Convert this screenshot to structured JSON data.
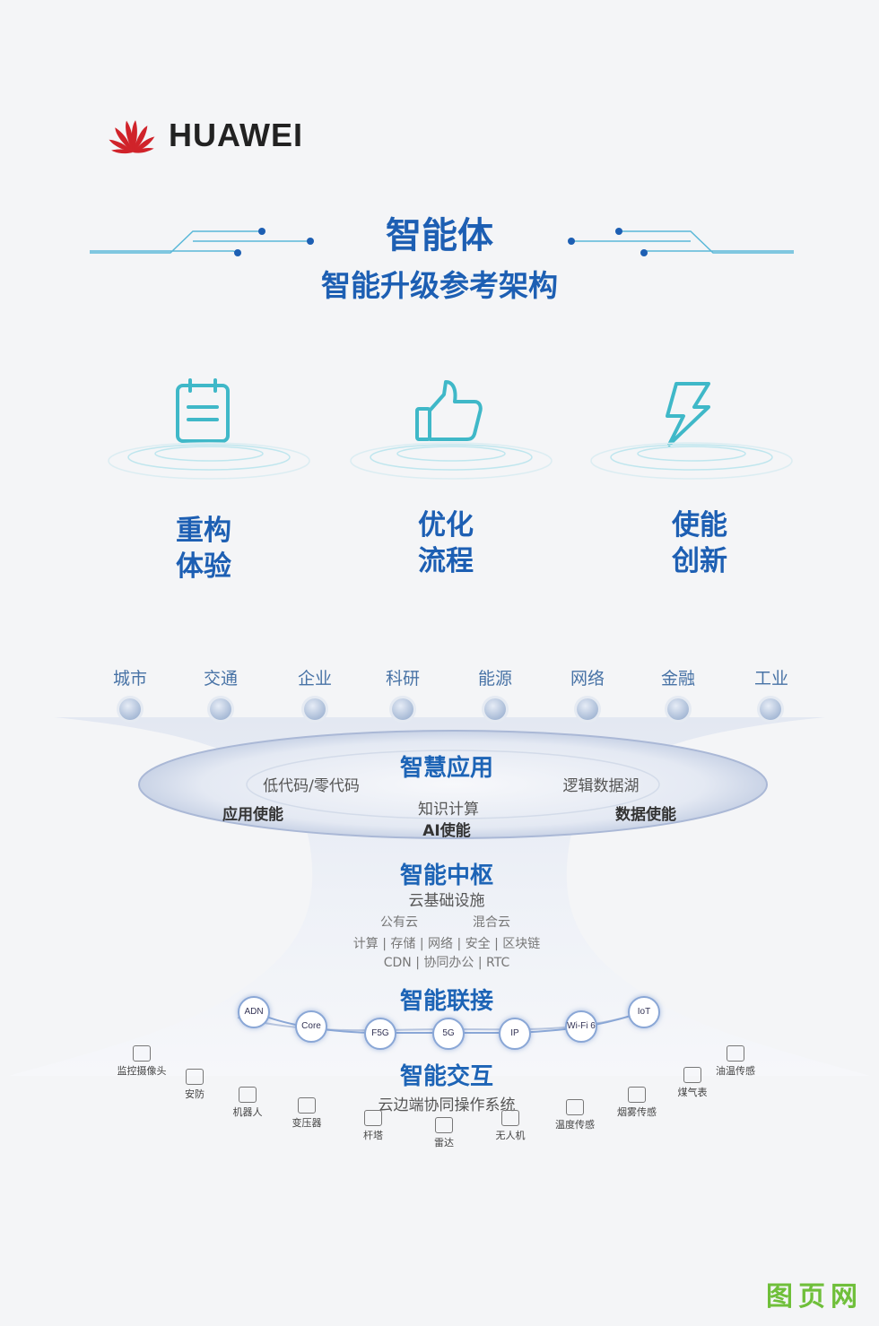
{
  "brand": {
    "name": "HUAWEI"
  },
  "header": {
    "title": "智能体",
    "subtitle": "智能升级参考架构"
  },
  "values": [
    {
      "icon": "calendar-icon",
      "line1": "重构",
      "line2": "体验"
    },
    {
      "icon": "thumbs-up-icon",
      "line1": "优化",
      "line2": "流程"
    },
    {
      "icon": "lightning-icon",
      "line1": "使能",
      "line2": "创新"
    }
  ],
  "industries": [
    "城市",
    "交通",
    "企业",
    "科研",
    "能源",
    "网络",
    "金融",
    "工业"
  ],
  "smart_app": {
    "title": "智慧应用",
    "left_item": "低代码/零代码",
    "left_label": "应用使能",
    "center_item": "知识计算",
    "center_label": "AI使能",
    "right_item": "逻辑数据湖",
    "right_label": "数据使能"
  },
  "hub": {
    "title": "智能中枢",
    "subtitle": "云基础设施",
    "cloud_left": "公有云",
    "cloud_right": "混合云",
    "line1": "计算 | 存储 | 网络 | 安全 | 区块链",
    "line2": "CDN | 协同办公 | RTC"
  },
  "connect": {
    "title": "智能联接",
    "nodes": [
      "ADN",
      "Core",
      "F5G",
      "5G",
      "IP",
      "Wi-Fi 6",
      "IoT"
    ]
  },
  "interact": {
    "title": "智能交互",
    "subtitle": "云边端协同操作系统",
    "devices": [
      "监控摄像头",
      "安防",
      "机器人",
      "变压器",
      "杆塔",
      "雷达",
      "无人机",
      "温度传感",
      "烟雾传感",
      "煤气表",
      "油温传感"
    ]
  },
  "watermark": "图页网",
  "colors": {
    "primary": "#1d5fb3",
    "accent": "#1db0c4",
    "logo_red": "#d0232a"
  }
}
